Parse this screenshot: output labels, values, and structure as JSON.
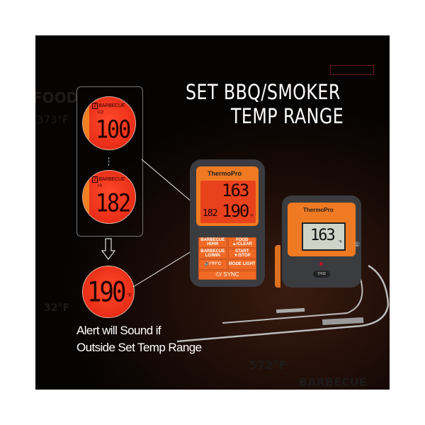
{
  "title": {
    "line1": "SET BBQ/SMOKER",
    "line2": "TEMP RANGE"
  },
  "background_labels": {
    "food": "FOOD",
    "temp_high": "373°F",
    "temp_low": "32°F",
    "temp_bottom": "572°F",
    "barbecue": "BARBECUE"
  },
  "callouts": {
    "low": {
      "label": "BARBECUE",
      "probe": "2",
      "mode": "LO",
      "value": "100"
    },
    "high": {
      "label": "BARBECUE",
      "probe": "2",
      "mode": "HI",
      "value": "182"
    },
    "alert": {
      "value": "190",
      "unit": "°F"
    }
  },
  "alert_text": {
    "line1": "Alert will Sound if",
    "line2": "Outside Set Temp Range"
  },
  "receiver": {
    "brand": "ThermoPro",
    "food_temp": "163",
    "bbq_set": "182",
    "bbq_temp": "190",
    "unit": "°F",
    "buttons": [
      "BARBECUE HI/HR",
      "FOOD ▲/CLEAR",
      "BARBECUE LO/MIN",
      "START ▼/STOP",
      "🔊/°F/°C",
      "MODE LIGHT",
      "⏻/ SYNC"
    ]
  },
  "transmitter": {
    "brand": "ThermoPro",
    "temp": "163",
    "unit": "°F",
    "model": "TP08",
    "port": "①"
  },
  "colors": {
    "accent": "#f07a22",
    "lcd_red": "#e8301a",
    "device": "#3a3c40"
  }
}
